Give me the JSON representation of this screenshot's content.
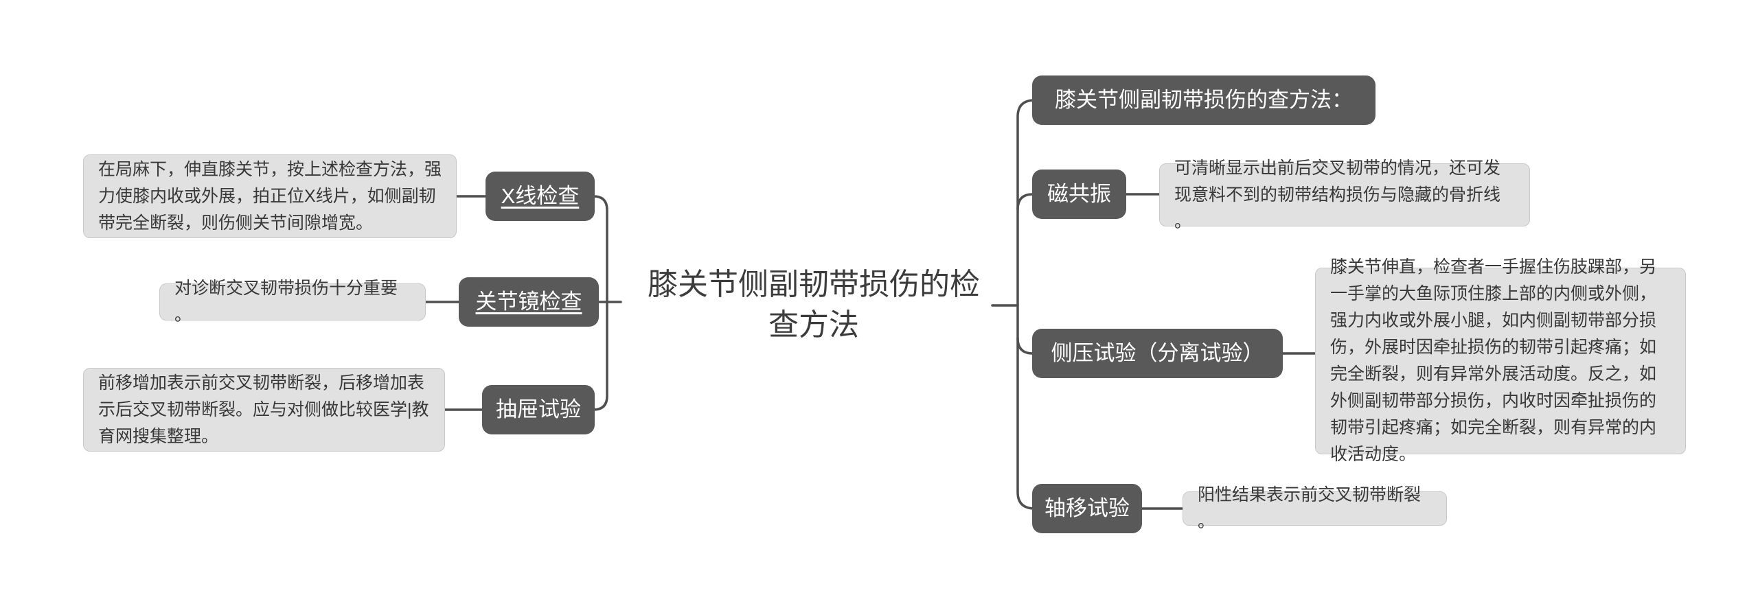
{
  "diagram": {
    "central_topic": "膝关节侧副韧带损伤的检查方法",
    "left_branches": [
      {
        "label": "X线检查",
        "note": "在局麻下，伸直膝关节，按上述检查方法，强力使膝内收或外展，拍正位X线片，如侧副韧带完全断裂，则伤侧关节间隙增宽。"
      },
      {
        "label": "关节镜检查",
        "note": "对诊断交叉韧带损伤十分重要。"
      },
      {
        "label": "抽屉试验",
        "note": "前移增加表示前交叉韧带断裂，后移增加表示后交叉韧带断裂。应与对侧做比较医学|教育网搜集整理。"
      }
    ],
    "right_branches": [
      {
        "label": "膝关节侧副韧带损伤的查方法："
      },
      {
        "label": "磁共振",
        "note": "可清晰显示出前后交叉韧带的情况，还可发现意料不到的韧带结构损伤与隐藏的骨折线。"
      },
      {
        "label": "侧压试验（分离试验）",
        "note": "膝关节伸直，检查者一手握住伤肢踝部，另一手掌的大鱼际顶住膝上部的内侧或外侧，强力内收或外展小腿，如内侧副韧带部分损伤，外展时因牵扯损伤的韧带引起疼痛；如完全断裂，则有异常外展活动度。反之，如外侧副韧带部分损伤，内收时因牵扯损伤的韧带引起疼痛；如完全断裂，则有异常的内收活动度。"
      },
      {
        "label": "轴移试验",
        "note": "阳性结果表示前交叉韧带断裂。"
      }
    ],
    "colors": {
      "topic_bg": "#595959",
      "topic_text": "#ffffff",
      "note_bg": "#e1e1e1",
      "note_border": "#c9c9c9",
      "note_text": "#383838",
      "connector_line": "#4f4f4f",
      "title_text": "#3c3c3c"
    }
  }
}
